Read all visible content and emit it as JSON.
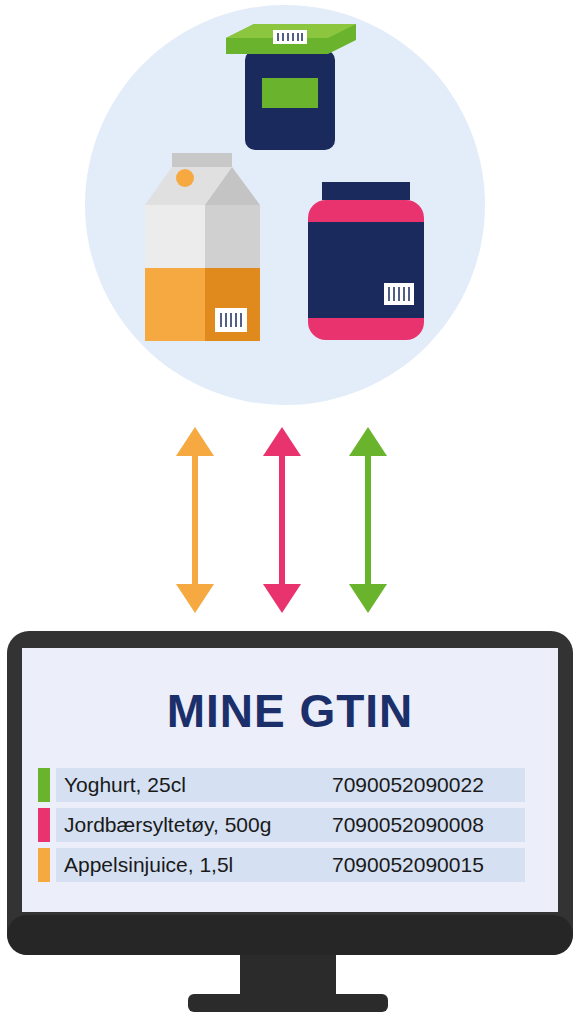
{
  "diagram": {
    "nodes": [
      {
        "text": [
          "MINE GTIN"
        ]
      },
      {
        "text": [
          "Yoghurt, 25cl",
          "7090052090022"
        ],
        "in": 0
      },
      {
        "text": [
          "Jordbærsyltetøy, 500g",
          "7090052090008"
        ],
        "in": 0
      },
      {
        "text": [
          "Appelsinjuice, 1,5l",
          "7090052090015"
        ],
        "in": 0
      }
    ]
  }
}
